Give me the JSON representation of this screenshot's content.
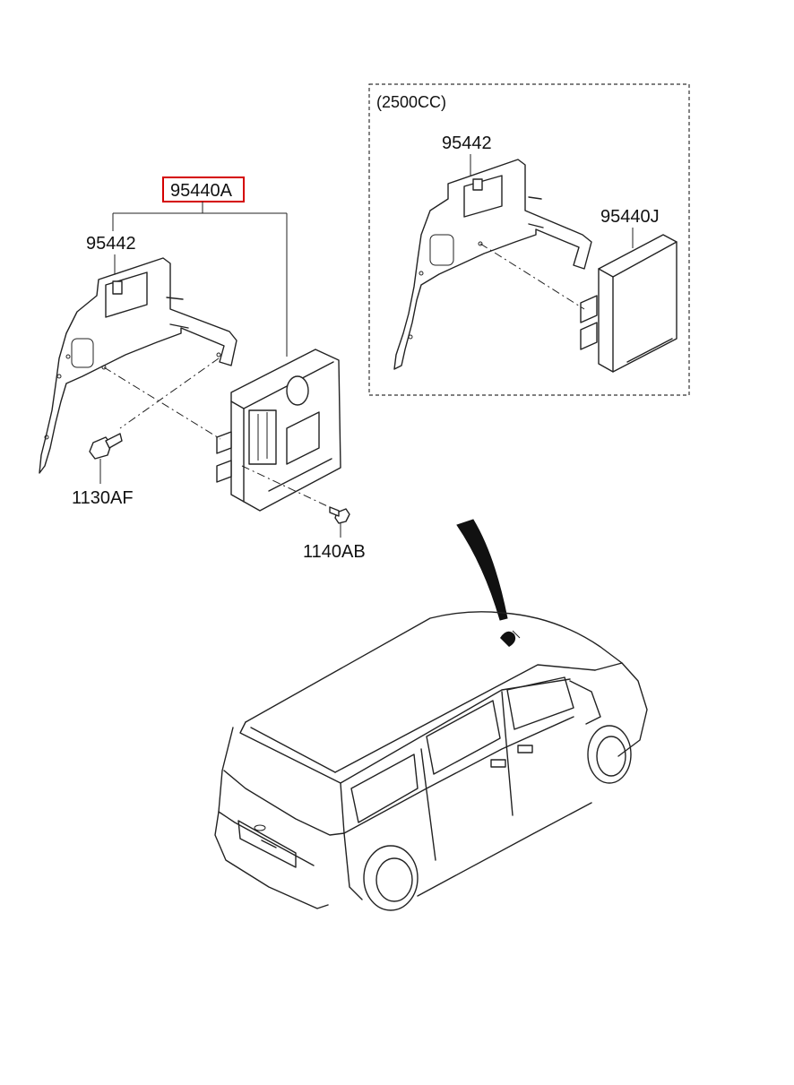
{
  "parts": {
    "main_assembly": "95440A",
    "bracket_left": "95442",
    "bolt_left": "1130AF",
    "bolt_right": "1140AB",
    "variant_note": "(2500CC)",
    "bracket_variant": "95442",
    "module_variant": "95440J"
  },
  "highlight_color": "#d40000",
  "icons": [
    "ecu-module-icon",
    "mounting-bracket-icon",
    "bolt-icon",
    "van-vehicle-icon",
    "location-pointer-icon"
  ]
}
